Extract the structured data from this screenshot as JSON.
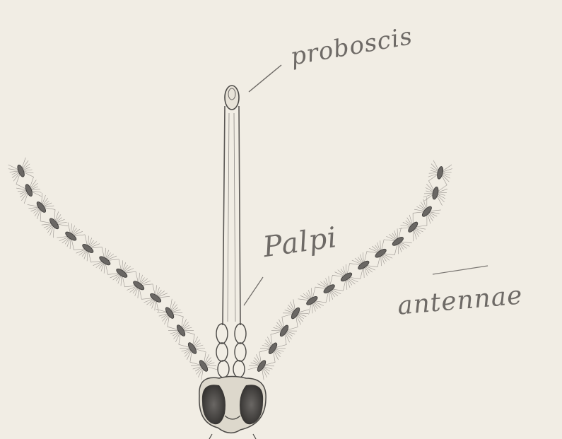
{
  "labels": {
    "proboscis": "proboscis",
    "palpi": "Palpi",
    "antennae": "antennae"
  },
  "colors": {
    "paper": "#f1ede4",
    "ink": "#4a4845",
    "pencil_label": "#6e6a66",
    "eye": "#3b3937"
  }
}
